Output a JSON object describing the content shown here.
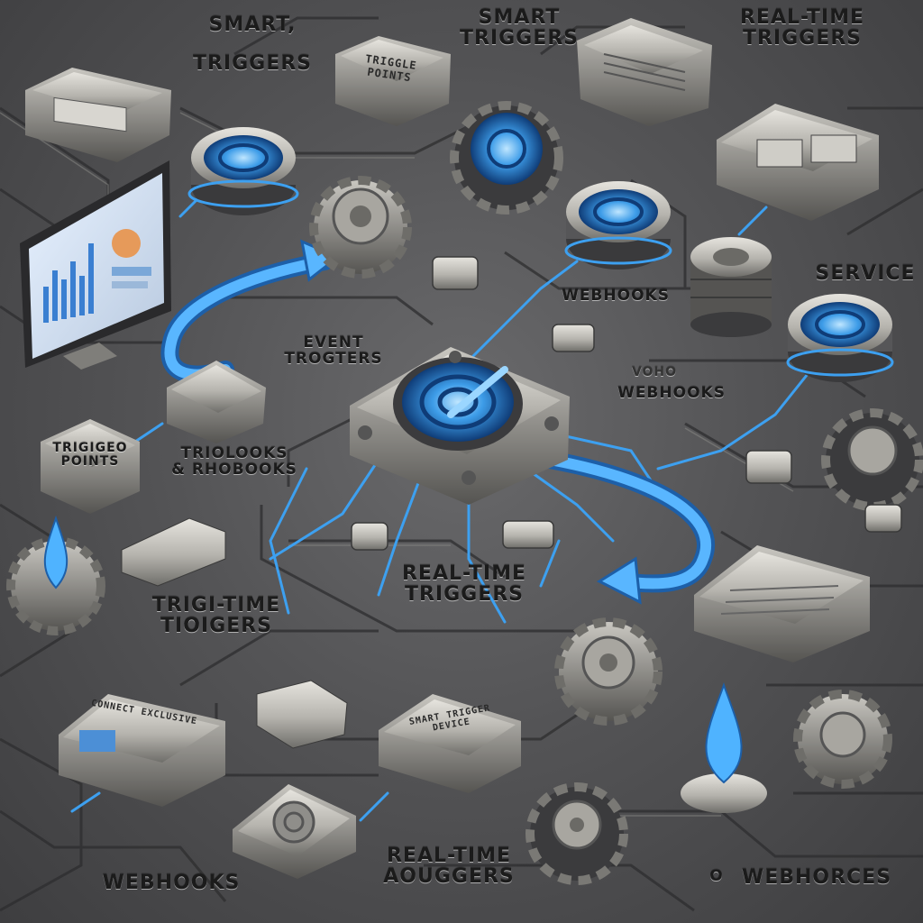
{
  "colors": {
    "accent": "#2f8be0",
    "glow": "#5ab8ff",
    "metal": "#b9b8b3",
    "background": "#545456"
  },
  "labels": {
    "smart_triggers_1": [
      "SMART,",
      "TRIGGERS"
    ],
    "smart_triggers_2": [
      "SMART",
      "TRIGGERS"
    ],
    "real_time_triggers_top": [
      "REAL-TIME",
      "TRIGGERS"
    ],
    "trigger_points_plate": "TRIGGLE POINTS",
    "service": "SERVICE",
    "webhooks_mid": "WEBHOOKS",
    "event_triggers": [
      "EVENT",
      "TROGTERS"
    ],
    "webhooks_right": "WEBHOOKS",
    "webhooks_right_prefix": "VOHO",
    "trigger_points_left": [
      "TRIGIGEO",
      "POINTS"
    ],
    "triologs_rhobooks": [
      "TRIOLOOKS",
      "& RHOBOOKS"
    ],
    "real_time_triggers_center": [
      "REAL-TIME",
      "TRIGGERS"
    ],
    "trig_time_triggers": [
      "TRIGI-TIME",
      "TIOIGERS"
    ],
    "webhooks_bottom": "WEBHOOKS",
    "real_time_aoggers": [
      "REAL-TIME",
      "AOUGGERS"
    ],
    "webhorces": "WEBHORCES",
    "webhorces_prefix": "O",
    "device_plate_1": "CONNECT EXCLUSIVE",
    "device_plate_2": "SMART TRIGGER DEVICE"
  }
}
